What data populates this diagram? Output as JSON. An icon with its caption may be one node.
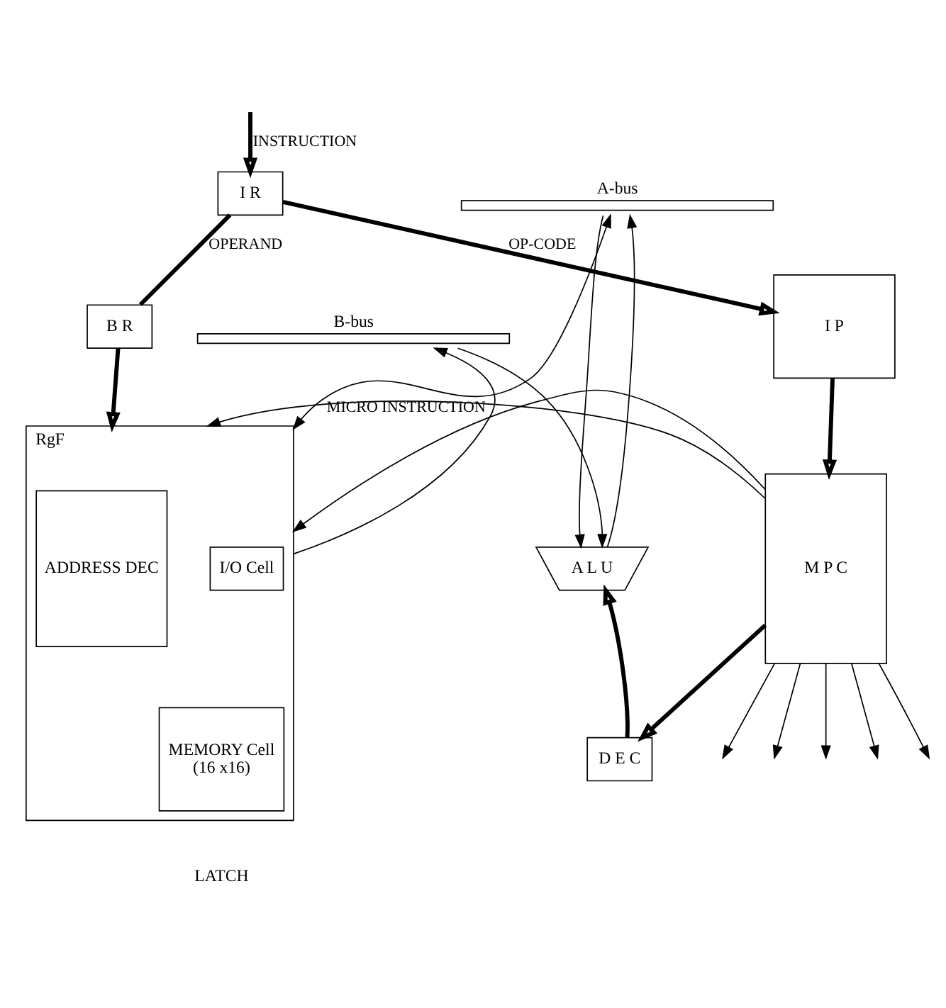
{
  "diagram": {
    "nodes": [
      {
        "text": [
          "I R"
        ]
      },
      {
        "text": [
          "B R"
        ]
      },
      {
        "text": [],
        "shape": "bar",
        "beside": [
          "A-bus"
        ]
      },
      {
        "text": [],
        "shape": "bar",
        "beside": [
          "B-bus"
        ]
      },
      {
        "text": [
          "RgF"
        ]
      },
      {
        "text": [
          "ADDRESS DEC"
        ],
        "in": 4
      },
      {
        "text": [
          "I/O Cell"
        ],
        "in": 4
      },
      {
        "text": [
          "MEMORY Cell",
          "(16 x16)"
        ],
        "in": 4
      },
      {
        "text": [
          "A L U"
        ]
      },
      {
        "text": [
          "D E C"
        ]
      },
      {
        "text": [
          "I P"
        ]
      },
      {
        "text": [
          "M P C"
        ]
      }
    ],
    "edges": [
      {
        "from": null,
        "to": 0,
        "arrow": "to",
        "label": "INSTRUCTION",
        "style": "thick"
      },
      {
        "from": 0,
        "to": 1,
        "arrow": "none",
        "label": "OPERAND",
        "style": "thick"
      },
      {
        "from": 0,
        "to": 10,
        "arrow": "to",
        "label": "OP-CODE",
        "style": "thick"
      },
      {
        "from": 1,
        "to": 4,
        "arrow": "to",
        "style": "thick"
      },
      {
        "from": 4,
        "to": 2,
        "arrow": "both"
      },
      {
        "from": 4,
        "to": 3,
        "arrow": "to"
      },
      {
        "from": 3,
        "to": 8,
        "arrow": "to"
      },
      {
        "from": 2,
        "to": 8,
        "arrow": "to"
      },
      {
        "from": 8,
        "to": 2,
        "arrow": "to"
      },
      {
        "from": 10,
        "to": 11,
        "arrow": "to",
        "style": "thick"
      },
      {
        "from": 9,
        "to": 8,
        "arrow": "to",
        "style": "thick"
      },
      {
        "from": 11,
        "to": 9,
        "arrow": "to",
        "style": "thick"
      },
      {
        "from": 11,
        "to": 4,
        "arrow": "to"
      },
      {
        "from": 11,
        "to": 4,
        "arrow": "to",
        "label": "MICRO INSTRUCTION"
      },
      {
        "from": 11,
        "to": null,
        "arrow": "to"
      },
      {
        "from": 11,
        "to": null,
        "arrow": "to"
      },
      {
        "from": 11,
        "to": null,
        "arrow": "to"
      },
      {
        "from": 11,
        "to": null,
        "arrow": "to"
      },
      {
        "from": 11,
        "to": null,
        "arrow": "to"
      }
    ],
    "labels": [
      "LATCH"
    ]
  }
}
